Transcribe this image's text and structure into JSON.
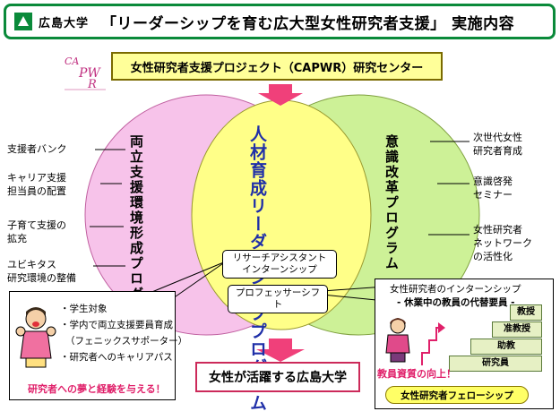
{
  "header": {
    "university": "広島大学",
    "title": "「リーダーシップを育む広大型女性研究者支援」 実施内容",
    "accent_color": "#0a8a3a"
  },
  "logo": {
    "icon": "capwr-logo-icon"
  },
  "center": {
    "label": "女性研究者支援プロジェクト（CAPWR）研究センター"
  },
  "left_circle": {
    "label": "両立支援環境形成プログラム",
    "color": "#f6b8e6",
    "items": [
      "支援者バンク",
      "キャリア支援",
      "担当員の配置",
      "子育て支援の",
      "拡充",
      "ユビキタス",
      "研究環境の整備"
    ]
  },
  "right_circle": {
    "label": "意識改革プログラム",
    "color": "#c8f08c",
    "items": [
      "次世代女性",
      "研究者育成",
      "意識啓発",
      "セミナー",
      "女性研究者",
      "ネットワーク",
      "の活性化"
    ]
  },
  "center_circle": {
    "label": "人材育成リーダーシッププログラム",
    "color": "#ffff88",
    "pills": [
      "リサーチアシスタント",
      "インターンシップ",
      "プロフェッサーシフト"
    ]
  },
  "left_callout": {
    "items": [
      "・学生対象",
      "・学内で両立支援要員育成",
      "（フェニックスサポーター）",
      "・研究者へのキャリアパス"
    ],
    "note": "研究者への夢と経験を与える！"
  },
  "right_callout": {
    "title": "女性研究者のインターンシップ",
    "subtitle": "- 休業中の教員の代替要員 -",
    "steps": [
      "教授",
      "准教授",
      "助教",
      "研究員"
    ],
    "note": "教員資質の向上！",
    "pill": "女性研究者フェローシップ"
  },
  "result": {
    "label": "女性が活躍する広島大学"
  },
  "colors": {
    "arrow": "#f0407a",
    "result_border": "#cc2a5a"
  }
}
